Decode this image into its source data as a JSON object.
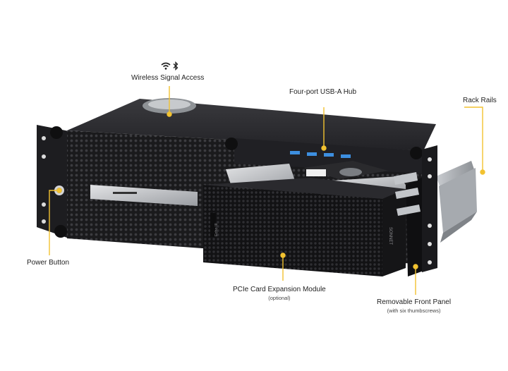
{
  "callouts": {
    "wireless": {
      "label": "Wireless Signal Access"
    },
    "usb": {
      "label": "Four-port USB-A Hub"
    },
    "rails": {
      "label": "Rack Rails"
    },
    "power": {
      "label": "Power Button"
    },
    "pcie": {
      "label": "PCIe Card Expansion Module",
      "sub": "(optional)"
    },
    "panel": {
      "label": "Removable Front Panel",
      "sub": "(with six thumbscrews)"
    }
  },
  "device": {
    "brand": "SONNET",
    "module_label": "Echo III"
  },
  "colors": {
    "accent": "#f2c230",
    "chassis": "#1c1c1e",
    "background": "#ffffff"
  },
  "icons": [
    "wifi-icon",
    "bluetooth-icon"
  ]
}
